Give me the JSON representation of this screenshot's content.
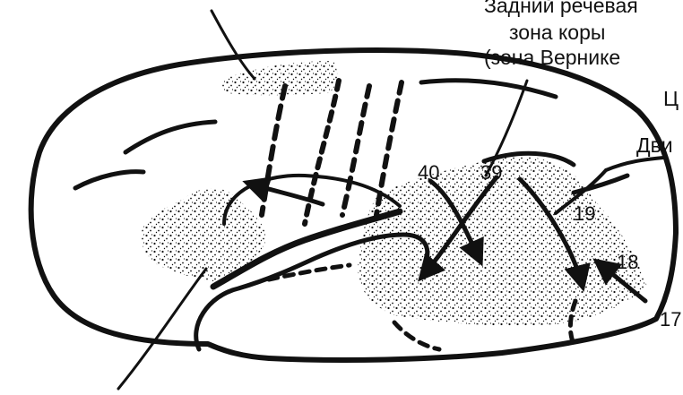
{
  "labels": {
    "top_right_line1": "Задний речевая",
    "top_right_line2": "зона коры",
    "top_right_line3": "(зона Вернике",
    "edge_right_1": "Ц",
    "edge_right_2": "Дви"
  },
  "areas": {
    "a40": "40",
    "a39": "39",
    "a19": "19",
    "a18": "18",
    "a17": "17"
  },
  "colors": {
    "ink": "#111111",
    "background": "#ffffff"
  }
}
